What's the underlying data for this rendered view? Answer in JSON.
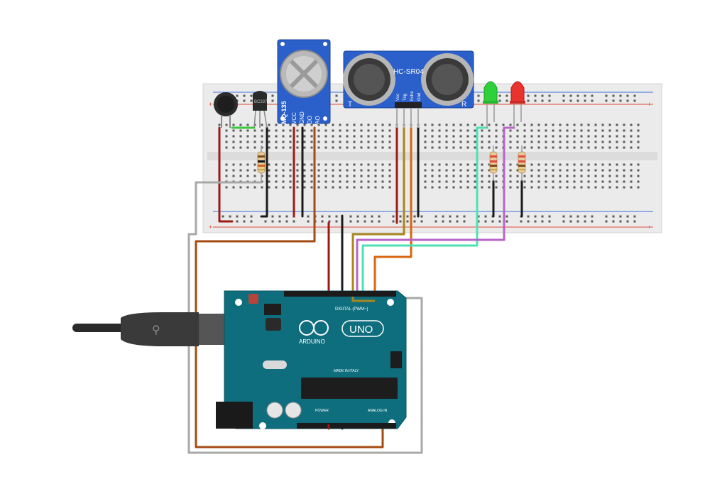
{
  "diagram": {
    "components": {
      "ultrasonic": {
        "model": "HC-SR04",
        "left_mark": "T",
        "right_mark": "R",
        "pins": [
          "Vcc",
          "Trig",
          "Echo",
          "Gnd"
        ]
      },
      "gas_sensor": {
        "model": "MQ-135",
        "pins": [
          "VCC",
          "GND",
          "DO",
          "AO"
        ]
      },
      "transistor": {
        "label": "BC337"
      },
      "arduino": {
        "logo": "ARDUINO",
        "model": "UNO",
        "digital_label": "DIGITAL (PWM~)",
        "power_label": "POWER",
        "analog_label": "ANALOG IN",
        "made_in": "MADE IN ITALY"
      },
      "led_green": {
        "color": "#2fd13a"
      },
      "led_red": {
        "color": "#e8332f"
      }
    },
    "wire_colors": {
      "red": "#9b1b14",
      "black": "#1a1a1a",
      "brown": "#a44b12",
      "orange": "#d9650f",
      "ochre": "#a8861e",
      "cyan": "#4de1b5",
      "purple": "#b864c8",
      "gray": "#a8a8a8",
      "green": "#3cc93c"
    },
    "board_color": "#0f6e7e",
    "breadboard_color": "#ebebeb"
  }
}
